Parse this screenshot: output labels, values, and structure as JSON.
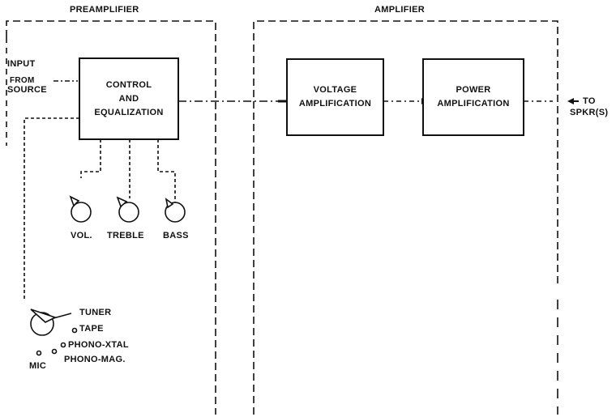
{
  "sections": {
    "preamplifier": "PREAMPLIFIER",
    "amplifier": "AMPLIFIER"
  },
  "input_label": [
    "INPUT",
    "FROM",
    "SOURCE"
  ],
  "blocks": {
    "control": [
      "CONTROL",
      "AND",
      "EQUALIZATION"
    ],
    "voltage": [
      "VOLTAGE",
      "AMPLIFICATION"
    ],
    "power": [
      "POWER",
      "AMPLIFICATION"
    ]
  },
  "output_label": [
    "TO",
    "SPKR(S)"
  ],
  "knobs": {
    "volume": "VOL.",
    "treble": "TREBLE",
    "bass": "BASS"
  },
  "selector_options": {
    "tuner": "TUNER",
    "tape": "TAPE",
    "phono_xtal": "PHONO-XTAL",
    "phono_mag": "PHONO-MAG.",
    "mic": "MIC"
  }
}
